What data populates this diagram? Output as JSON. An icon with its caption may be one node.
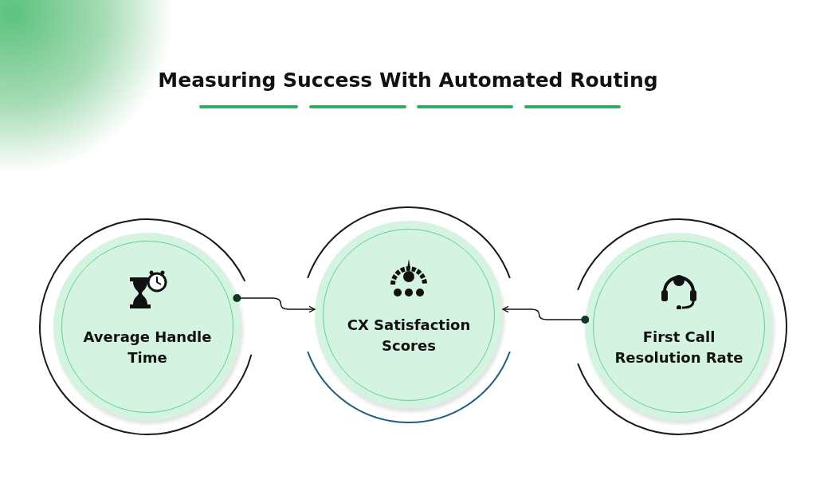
{
  "diagram": {
    "title": "Measuring Success With Automated Routing",
    "nodes": [
      {
        "text": [
          "Average Handle Time"
        ]
      },
      {
        "text": [
          "CX Satisfaction Scores"
        ]
      },
      {
        "text": [
          "First Call Resolution Rate"
        ]
      }
    ],
    "edges": [
      {
        "from": 0,
        "to": 1,
        "arrow": "to"
      },
      {
        "from": 2,
        "to": 1,
        "arrow": "to"
      }
    ]
  }
}
